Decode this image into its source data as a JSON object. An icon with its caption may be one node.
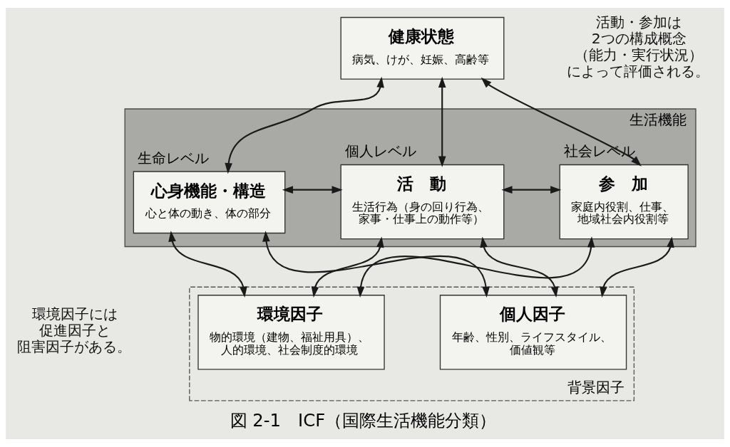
{
  "diagram": {
    "caption": "図 2-1　ICF（国際生活機能分類）",
    "nodes": [
      {
        "text": [
          "健康状態",
          "病気、けが、妊娠、高齢等"
        ]
      },
      {
        "text": [
          "生活機能"
        ]
      },
      {
        "text": [
          "心身機能・構造",
          "心と体の動き、体の部分"
        ],
        "in": 1,
        "beside": [
          "生命レベル"
        ]
      },
      {
        "text": [
          "活　動",
          "生活行為（身の回り行為、家事・仕事上の動作等）"
        ],
        "in": 1,
        "beside": [
          "個人レベル"
        ]
      },
      {
        "text": [
          "参　加",
          "家庭内役割、仕事、地域社会内役割等"
        ],
        "in": 1,
        "beside": [
          "社会レベル"
        ]
      },
      {
        "text": [
          "背景因子"
        ]
      },
      {
        "text": [
          "環境因子",
          "物的環境（建物、福祉用具）、人的環境、社会制度的環境"
        ],
        "in": 5
      },
      {
        "text": [
          "個人因子",
          "年齢、性別、ライフスタイル、価値観等"
        ],
        "in": 5
      }
    ],
    "edges": [
      {
        "from": 0,
        "to": 2,
        "arrow": "both"
      },
      {
        "from": 0,
        "to": 3,
        "arrow": "both"
      },
      {
        "from": 0,
        "to": 4,
        "arrow": "both"
      },
      {
        "from": 2,
        "to": 3,
        "arrow": "both"
      },
      {
        "from": 3,
        "to": 4,
        "arrow": "both"
      },
      {
        "from": 2,
        "to": 6,
        "arrow": "both"
      },
      {
        "from": 3,
        "to": 6,
        "arrow": "both"
      },
      {
        "from": 4,
        "to": 6,
        "arrow": "both"
      },
      {
        "from": 2,
        "to": 7,
        "arrow": "both"
      },
      {
        "from": 3,
        "to": 7,
        "arrow": "both"
      },
      {
        "from": 4,
        "to": 7,
        "arrow": "both"
      }
    ],
    "labels": [
      "活動・参加は2つの構成概念（能力・実行状況）によって評価される。",
      "環境因子には促進因子と阻害因子がある。"
    ]
  }
}
